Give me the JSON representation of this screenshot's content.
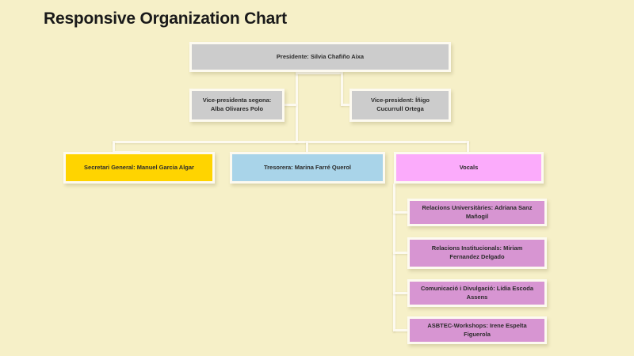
{
  "page": {
    "title": "Responsive Organization Chart",
    "background_color": "#f6f0c8",
    "connector_color": "#fdfaf0"
  },
  "chart_data": {
    "type": "diagram",
    "diagram_type": "organization-chart",
    "title": "Responsive Organization Chart",
    "levels": 4,
    "colors": {
      "executive": "#cccccc",
      "secretary": "#ffd400",
      "treasurer": "#a9d4e9",
      "vocals": "#fbabfb",
      "vocal_member": "#d795d2"
    },
    "nodes": [
      {
        "id": "president",
        "label": "Presidente: Silvia Chafiño Aixa",
        "role": "Presidente",
        "person": "Silvia Chafiño Aixa",
        "level": 0,
        "color": "#cccccc",
        "parent": null
      },
      {
        "id": "vice2",
        "label": "Vice-presidenta segona: Alba Olivares Polo",
        "role": "Vice-presidenta segona",
        "person": "Alba Olivares Polo",
        "level": 1,
        "color": "#cccccc",
        "parent": "president"
      },
      {
        "id": "vice1",
        "label": "Vice-president: Íñigo Cucurrull Ortega",
        "role": "Vice-president",
        "person": "Íñigo Cucurrull Ortega",
        "level": 1,
        "color": "#cccccc",
        "parent": "president"
      },
      {
        "id": "secretary",
        "label": "Secretari General: Manuel Garcia Algar",
        "role": "Secretari General",
        "person": "Manuel Garcia Algar",
        "level": 2,
        "color": "#ffd400",
        "parent": "president"
      },
      {
        "id": "treasurer",
        "label": "Tresorera: Marina Farré Querol",
        "role": "Tresorera",
        "person": "Marina Farré Querol",
        "level": 2,
        "color": "#a9d4e9",
        "parent": "president"
      },
      {
        "id": "vocals",
        "label": "Vocals",
        "role": "Vocals",
        "person": "",
        "level": 2,
        "color": "#fbabfb",
        "parent": "president"
      },
      {
        "id": "vocal-0",
        "label": "Relacions Universitàries: Adriana Sanz Mañogil",
        "role": "Relacions Universitàries",
        "person": "Adriana Sanz Mañogil",
        "level": 3,
        "color": "#d795d2",
        "parent": "vocals"
      },
      {
        "id": "vocal-1",
        "label": "Relacions Institucionals: Miriam Fernandez Delgado",
        "role": "Relacions Institucionals",
        "person": "Miriam Fernandez Delgado",
        "level": 3,
        "color": "#d795d2",
        "parent": "vocals"
      },
      {
        "id": "vocal-2",
        "label": "Comunicació i Divulgació: Lídia Escoda Assens",
        "role": "Comunicació i Divulgació",
        "person": "Lídia Escoda Assens",
        "level": 3,
        "color": "#d795d2",
        "parent": "vocals"
      },
      {
        "id": "vocal-3",
        "label": "ASBTEC-Workshops: Irene Espelta Figuerola",
        "role": "ASBTEC-Workshops",
        "person": "Irene Espelta Figuerola",
        "level": 3,
        "color": "#d795d2",
        "parent": "vocals"
      }
    ]
  }
}
